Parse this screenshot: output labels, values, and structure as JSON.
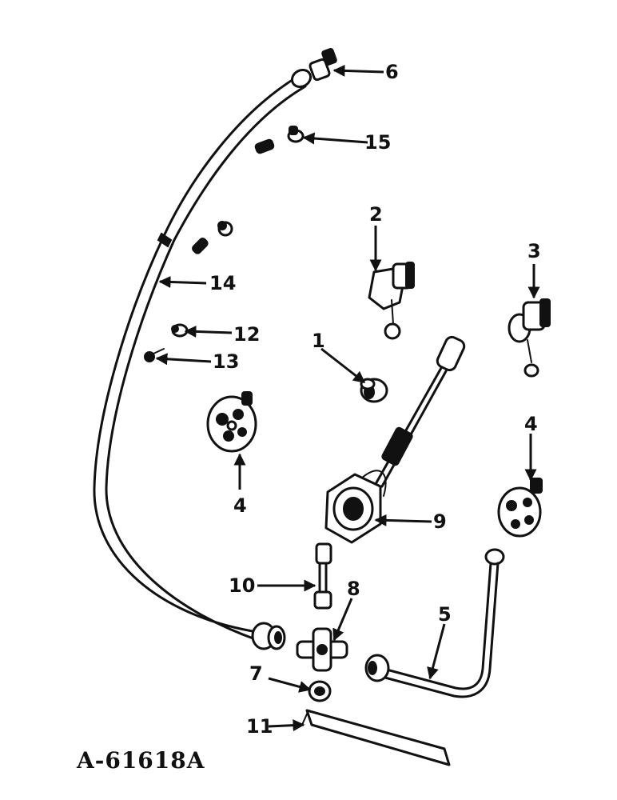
{
  "figure_id": "A-61618A",
  "callouts": {
    "c1": "1",
    "c2": "2",
    "c3": "3",
    "c4a": "4",
    "c4b": "4",
    "c5": "5",
    "c6": "6",
    "c7": "7",
    "c8": "8",
    "c9": "9",
    "c10": "10",
    "c11": "11",
    "c12": "12",
    "c13": "13",
    "c14": "14",
    "c15": "15"
  }
}
